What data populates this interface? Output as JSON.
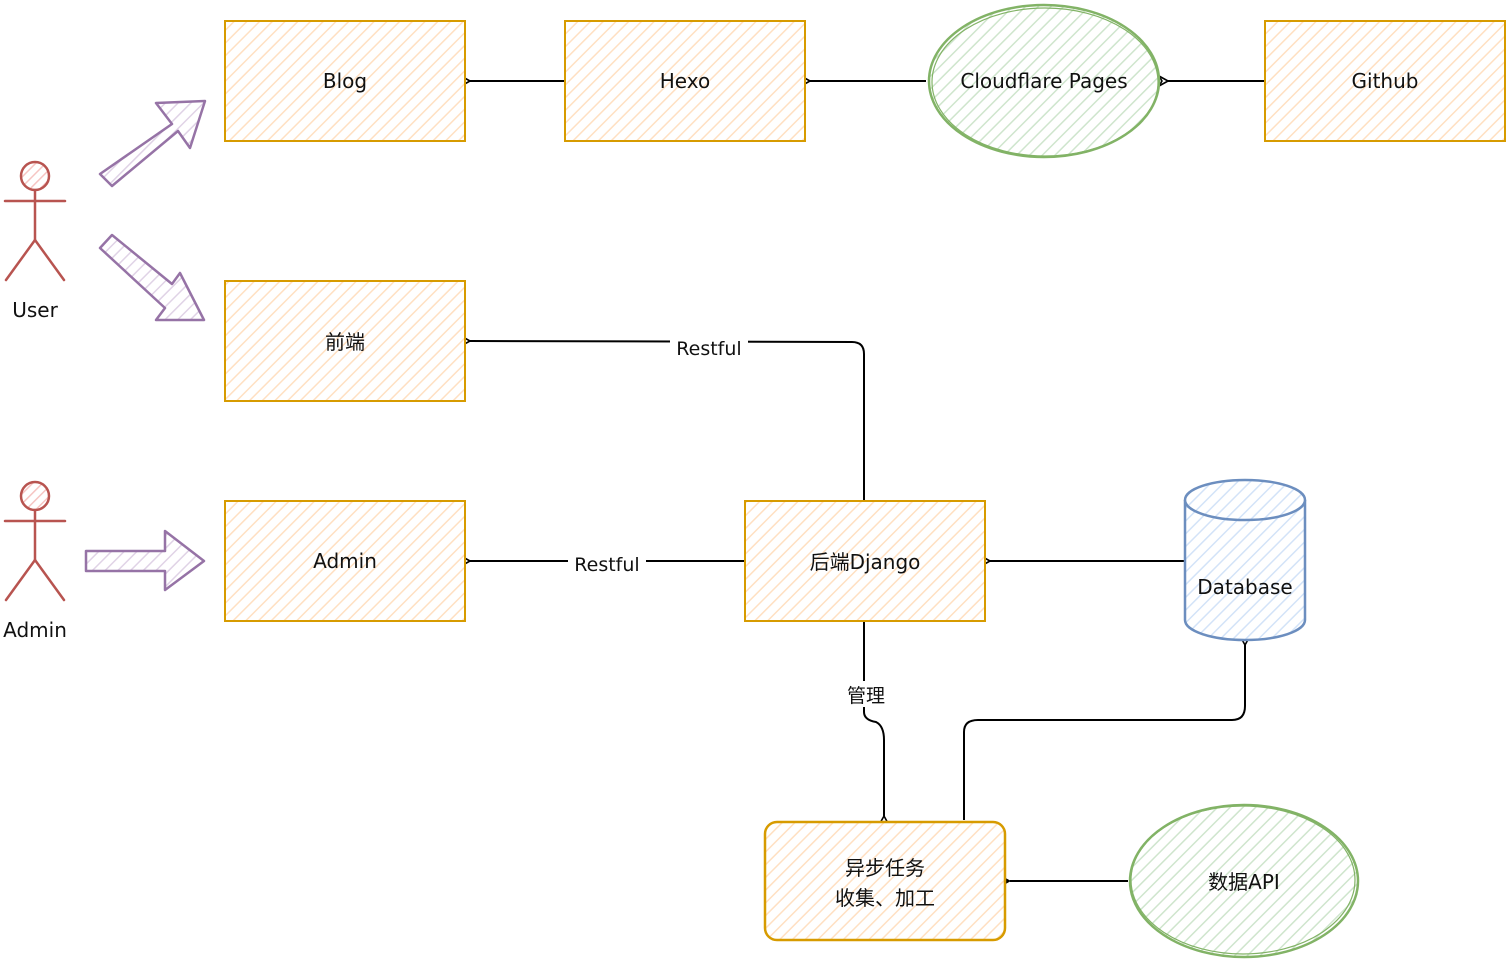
{
  "diagram": {
    "colors": {
      "box_stroke": "#d79b00",
      "box_fill": "#ffe6cc",
      "green_stroke": "#82b366",
      "green_fill": "#d5e8d4",
      "blue_stroke": "#6c8ebf",
      "blue_fill": "#dae8fc",
      "actor_stroke": "#b85450",
      "actor_fill": "#f8cecc",
      "arrow_stroke": "#9673a6",
      "arrow_fill": "#e1d5e7",
      "edge": "#000000"
    },
    "actors": {
      "user": "User",
      "admin": "Admin"
    },
    "nodes": {
      "blog": "Blog",
      "hexo": "Hexo",
      "cloudflare": "Cloudflare Pages",
      "github": "Github",
      "frontend": "前端",
      "admin": "Admin",
      "backend": "后端Django",
      "database": "Database",
      "async_line1": "异步任务",
      "async_line2": "收集、加工",
      "data_api": "数据API"
    },
    "edges": {
      "frontend_restful": "Restful",
      "admin_restful": "Restful",
      "manage": "管理"
    }
  }
}
